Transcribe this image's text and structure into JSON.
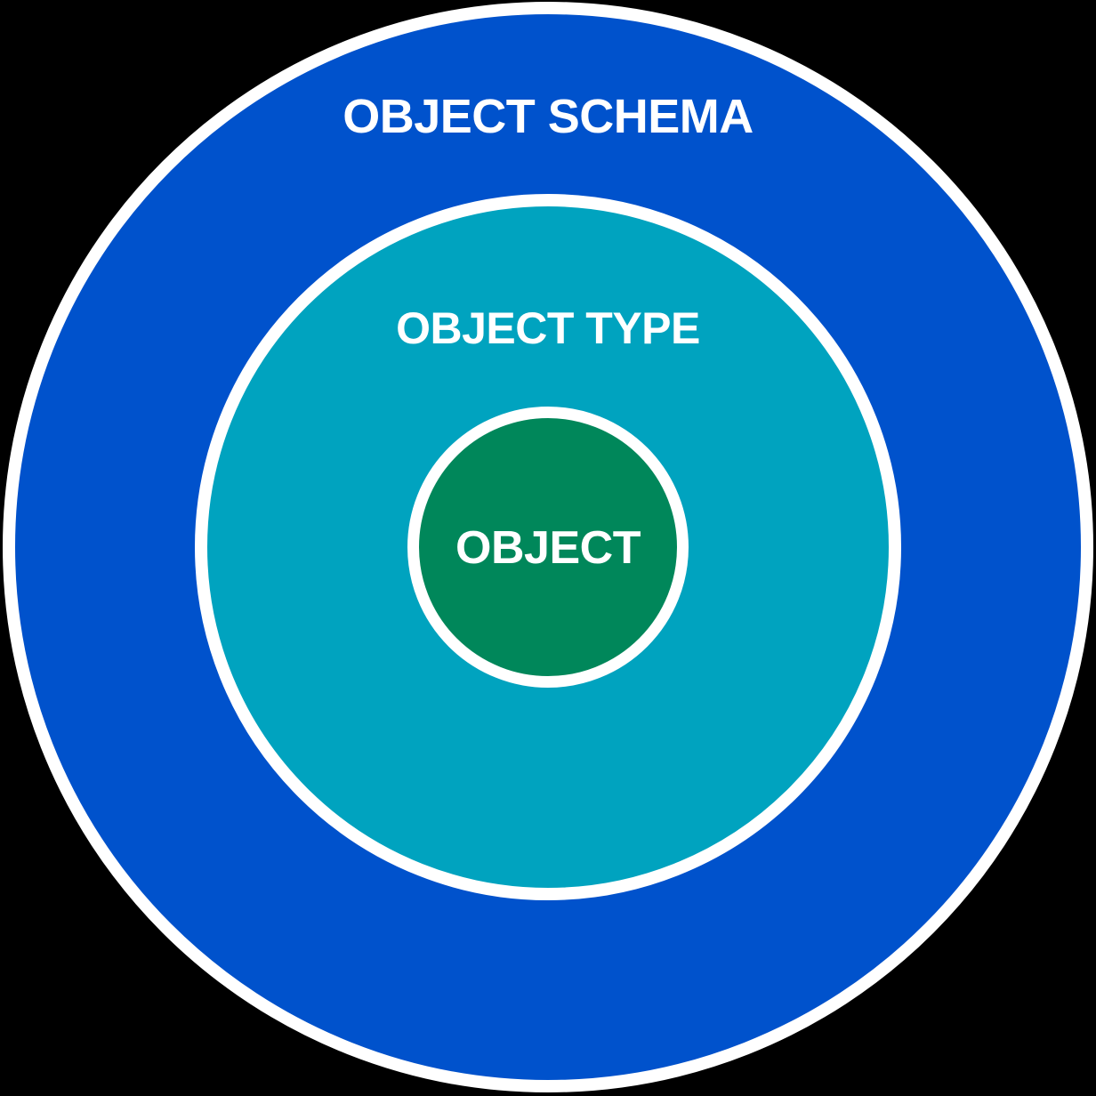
{
  "diagram": {
    "title": "Object schema concentric diagram",
    "background_color": "#000000",
    "ring_border_color": "#FFFFFF",
    "label_text_color": "#FFFFFF",
    "rings": [
      {
        "id": "object-schema",
        "label": "OBJECT SCHEMA",
        "fill": "#0052CC",
        "level": "outer"
      },
      {
        "id": "object-type",
        "label": "OBJECT TYPE",
        "fill": "#00A3BF",
        "level": "middle"
      },
      {
        "id": "object",
        "label": "OBJECT",
        "fill": "#00875A",
        "level": "inner"
      }
    ]
  }
}
